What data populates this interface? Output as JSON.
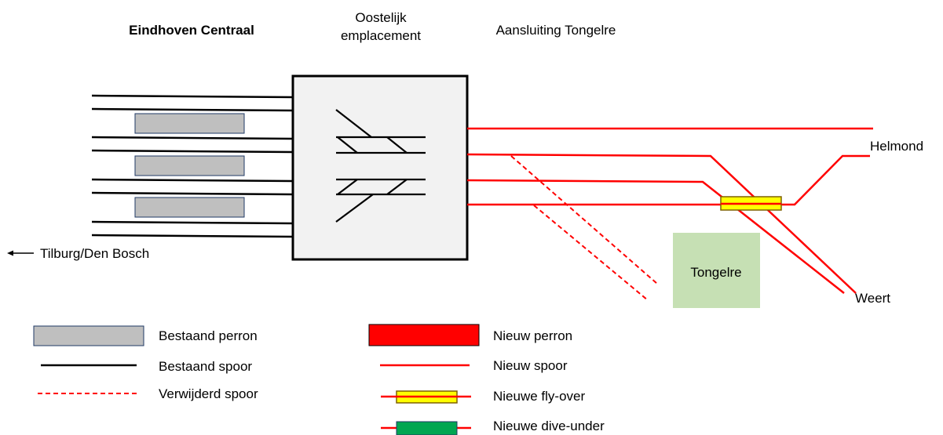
{
  "headers": {
    "station": "Eindhoven Centraal",
    "emplacement_line1": "Oostelijk",
    "emplacement_line2": "emplacement",
    "junction": "Aansluiting Tongelre"
  },
  "places": {
    "helmond": "Helmond",
    "weert": "Weert",
    "tongelre": "Tongelre",
    "tilburg": "Tilburg/Den Bosch"
  },
  "legend": {
    "existing_platform": "Bestaand perron",
    "existing_track": "Bestaand spoor",
    "removed_track": "Verwijderd spoor",
    "new_platform": "Nieuw perron",
    "new_track": "Nieuw spoor",
    "new_flyover": "Nieuwe fly-over",
    "new_diveunder": "Nieuwe dive-under"
  },
  "colors": {
    "existing": "#000000",
    "new": "#ff0000",
    "platform_fill": "#bfbfbf",
    "platform_stroke": "#1f3864",
    "box_fill": "#f2f2f2",
    "flyover_fill": "#ffff00",
    "flyover_stroke": "#7f6000",
    "diveunder_fill": "#00a651",
    "tongelre_fill": "#c6e0b4"
  }
}
